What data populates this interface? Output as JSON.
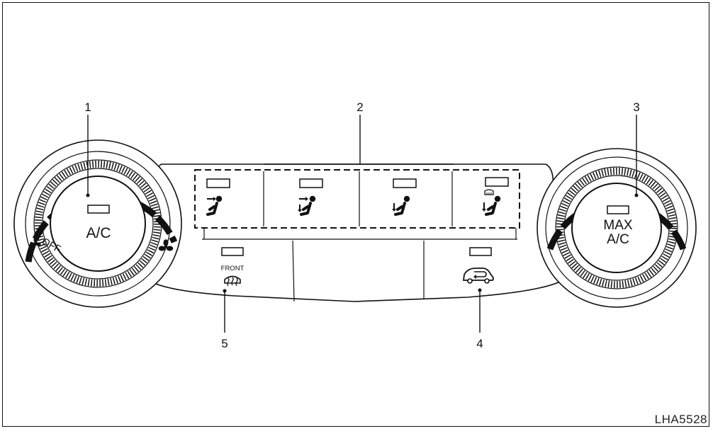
{
  "callouts": [
    "1",
    "2",
    "3",
    "4",
    "5"
  ],
  "left_dial": {
    "button_label": "A/C",
    "off_label": "OFF",
    "fan_icon": "fan-icon"
  },
  "right_dial": {
    "button_label_line1": "MAX",
    "button_label_line2": "A/C"
  },
  "mode_buttons": [
    {
      "icon": "vent-face-mode-icon"
    },
    {
      "icon": "bi-level-mode-icon"
    },
    {
      "icon": "foot-mode-icon"
    },
    {
      "icon": "defrost-foot-mode-icon"
    }
  ],
  "front_defrost": {
    "label": "FRONT",
    "icon": "front-defroster-icon"
  },
  "recirculation": {
    "icon": "air-recirculation-icon"
  },
  "figure_id": "LHA5528"
}
